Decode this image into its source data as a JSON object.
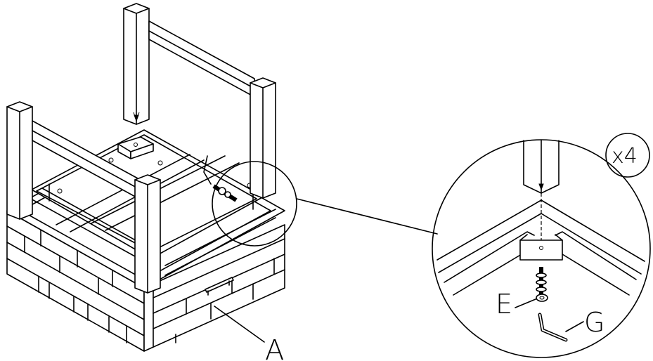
{
  "diagram": {
    "labels": {
      "part_a": "A",
      "part_e": "E",
      "part_g": "G",
      "quantity": "x4"
    }
  }
}
